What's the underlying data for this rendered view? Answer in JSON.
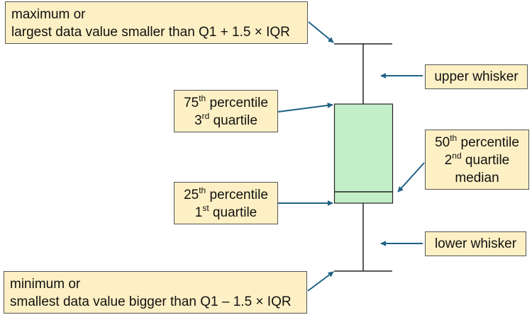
{
  "colors": {
    "box_fill": "#c3efc8",
    "callout_fill": "#fdf0c4",
    "arrow": "#1f6285",
    "line": "#222222"
  },
  "labels": {
    "max": {
      "line1": "maximum or",
      "line2": "largest data value smaller than Q1 + 1.5 × IQR"
    },
    "upper_whisker": "upper whisker",
    "q3": {
      "num": "75",
      "sup": "th",
      "word": " percentile",
      "q_num": "3",
      "q_sup": "rd",
      "q_word": " quartile"
    },
    "median": {
      "num": "50",
      "sup": "th",
      "word": " percentile",
      "q_num": "2",
      "q_sup": "nd",
      "q_word": " quartile",
      "line3": "median"
    },
    "q1": {
      "num": "25",
      "sup": "th",
      "word": " percentile",
      "q_num": "1",
      "q_sup": "st",
      "q_word": " quartile"
    },
    "lower_whisker": "lower whisker",
    "min": {
      "line1": "minimum or",
      "line2": "smallest data value bigger than Q1 – 1.5 × IQR"
    }
  }
}
